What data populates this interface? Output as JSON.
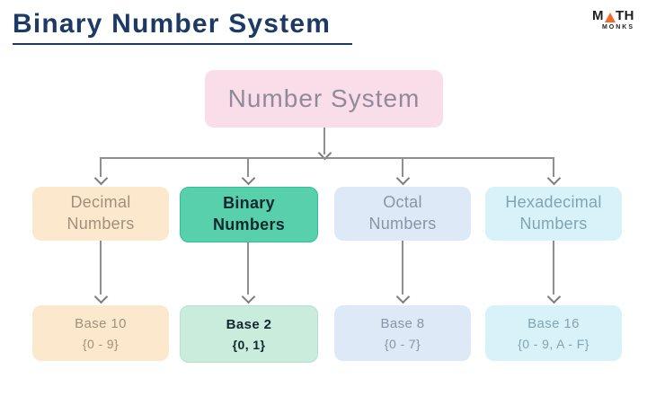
{
  "page": {
    "title": "Binary Number System"
  },
  "logo": {
    "top_left": "M",
    "top_right": "TH",
    "bottom": "MONKS",
    "triangle_color": "#f26a2a"
  },
  "diagram": {
    "root": {
      "label": "Number System"
    },
    "level2": [
      {
        "id": "decimal",
        "line1": "Decimal",
        "line2": "Numbers",
        "fill": "#fce9cd",
        "text_color": "#a18f7b"
      },
      {
        "id": "binary",
        "line1": "Binary",
        "line2": "Numbers",
        "fill": "#58d0ac",
        "text_color": "#12282e",
        "border": "#2fbe96",
        "emphasized": true
      },
      {
        "id": "octal",
        "line1": "Octal",
        "line2": "Numbers",
        "fill": "#dde9f6",
        "text_color": "#8695a8"
      },
      {
        "id": "hexadecimal",
        "line1": "Hexadecimal",
        "line2": "Numbers",
        "fill": "#d7f2f8",
        "text_color": "#82a4b2"
      }
    ],
    "level3": [
      {
        "id": "base10",
        "line1": "Base 10",
        "line2": "{0 - 9}",
        "fill": "#fce9cd",
        "text_color": "#a18f7b"
      },
      {
        "id": "base2",
        "line1": "Base 2",
        "line2": "{0, 1}",
        "fill": "#c9ecdd",
        "text_color": "#12282e",
        "emphasized": true
      },
      {
        "id": "base8",
        "line1": "Base 8",
        "line2": "{0 - 7}",
        "fill": "#dde9f6",
        "text_color": "#8695a8"
      },
      {
        "id": "base16",
        "line1": "Base 16",
        "line2": "{0 - 9, A - F}",
        "fill": "#d7f2f8",
        "text_color": "#82a4b2"
      }
    ],
    "colors": {
      "title": "#1c3a64",
      "root_fill": "#f9dde8",
      "root_text": "#908b98",
      "connector": "#8e8e8e",
      "background": "#ffffff"
    }
  }
}
